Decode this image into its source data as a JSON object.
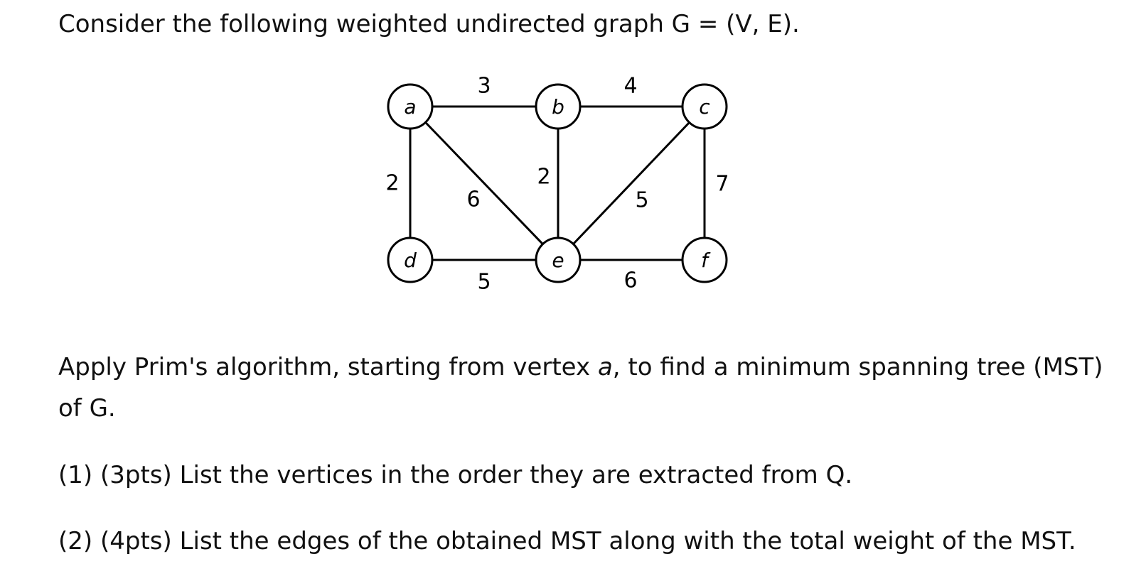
{
  "intro": "Consider the following weighted undirected graph G = (V, E).",
  "graph": {
    "nodes": [
      {
        "id": "a",
        "label": "a"
      },
      {
        "id": "b",
        "label": "b"
      },
      {
        "id": "c",
        "label": "c"
      },
      {
        "id": "d",
        "label": "d"
      },
      {
        "id": "e",
        "label": "e"
      },
      {
        "id": "f",
        "label": "f"
      }
    ],
    "edges": [
      {
        "from": "a",
        "to": "b",
        "weight": "3"
      },
      {
        "from": "b",
        "to": "c",
        "weight": "4"
      },
      {
        "from": "a",
        "to": "d",
        "weight": "2"
      },
      {
        "from": "a",
        "to": "e",
        "weight": "6"
      },
      {
        "from": "b",
        "to": "e",
        "weight": "2"
      },
      {
        "from": "c",
        "to": "e",
        "weight": "5"
      },
      {
        "from": "c",
        "to": "f",
        "weight": "7"
      },
      {
        "from": "d",
        "to": "e",
        "weight": "5"
      },
      {
        "from": "e",
        "to": "f",
        "weight": "6"
      }
    ]
  },
  "task": {
    "line1_before": "Apply Prim's algorithm, starting from vertex ",
    "line1_vertex": "a",
    "line1_after": ", to find a minimum spanning tree (MST) of G.",
    "q1": "(1) (3pts) List the vertices in the order they are extracted from Q.",
    "q2": "(2) (4pts) List the edges of the obtained MST along with the total weight of the MST."
  }
}
